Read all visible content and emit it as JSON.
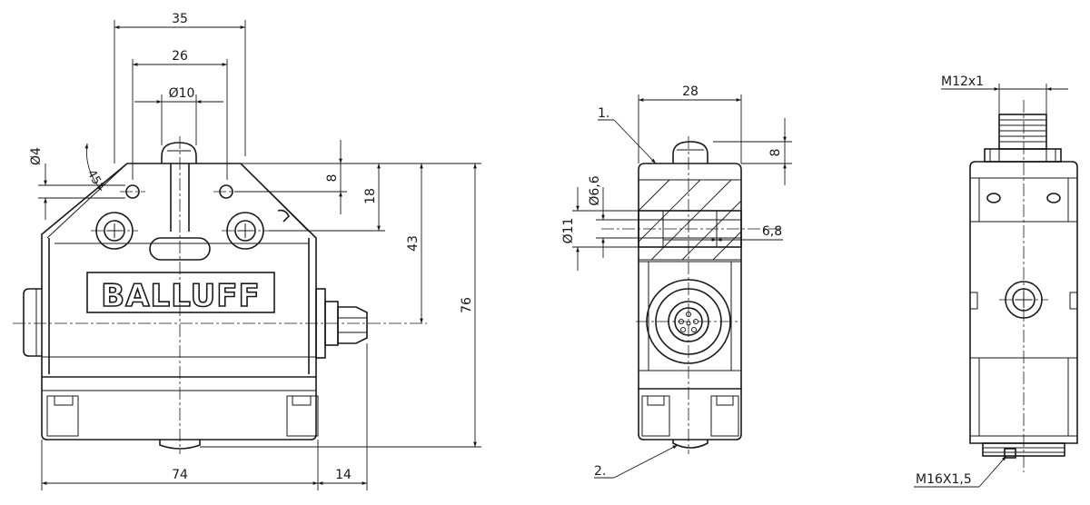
{
  "brand": {
    "logo_text": "BALLUFF"
  },
  "front_view": {
    "dim_width_top": "35",
    "dim_width_mid": "26",
    "dim_plunger_dia": "Ø10",
    "dim_hole_dia": "Ø4",
    "dim_angle": "45°",
    "dim_top_8": "8",
    "dim_18": "18",
    "dim_43": "43",
    "dim_76": "76",
    "dim_width_74": "74",
    "dim_connector_14": "14"
  },
  "side_view": {
    "dim_28": "28",
    "dim_8": "8",
    "dim_bore_66": "Ø6,6",
    "dim_bore_11": "Ø11",
    "dim_68": "6,8",
    "callout_1": "1.",
    "callout_2": "2."
  },
  "rear_view": {
    "thread_top": "M12x1",
    "thread_bottom": "M16X1,5"
  }
}
